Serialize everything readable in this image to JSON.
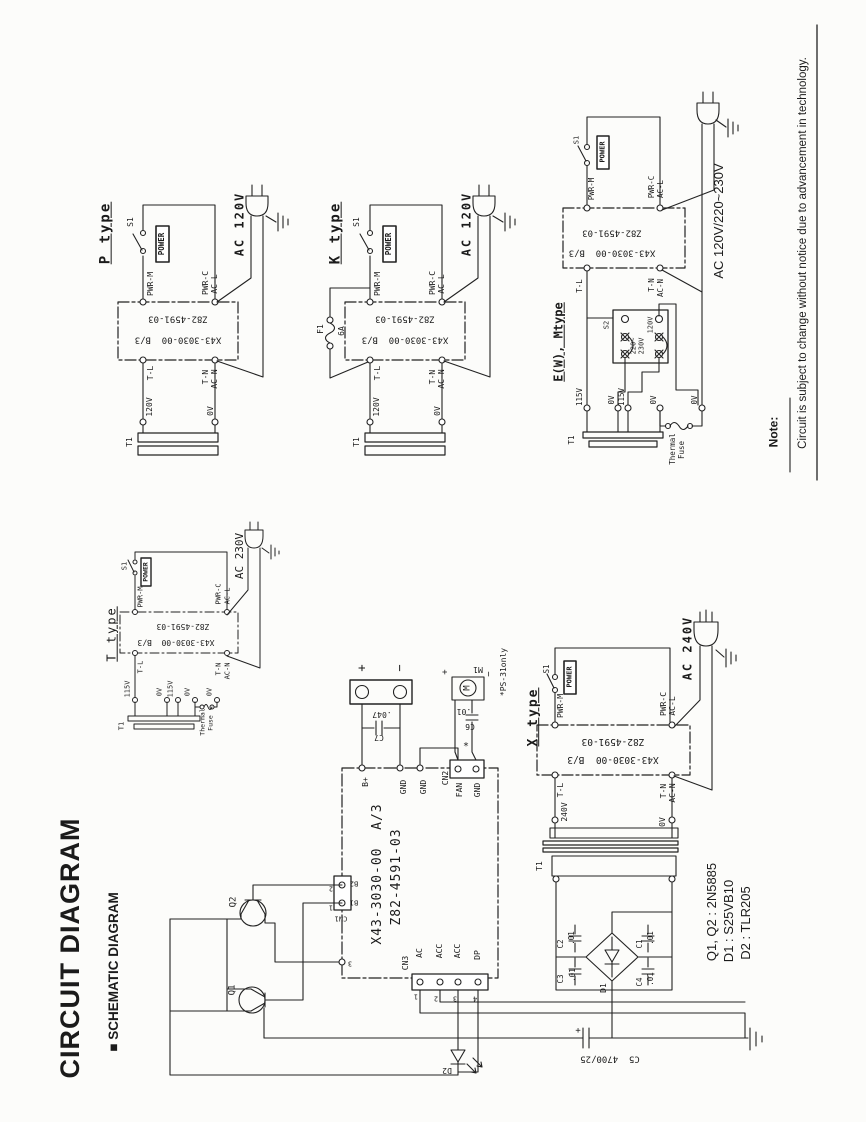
{
  "header": {
    "title": "CIRCUIT DIAGRAM",
    "subtitle": "■ SCHEMATIC DIAGRAM"
  },
  "note": {
    "label": "Note:",
    "text": "Circuit is subject to change without notice due to advancement in technology."
  },
  "parts": {
    "q": "Q1, Q2 : 2N5885",
    "d1": "D1 : S25VB10",
    "d2": "D2 : TLR205"
  },
  "boards": {
    "z": "Z82-4591-03",
    "xb": "X43-3030-00  B/3",
    "xa": "X43-3030-00  A/3"
  },
  "common": {
    "s1": "S1",
    "power": "POWER",
    "pwr_m": "PWR-M",
    "pwr_c": "PWR-C",
    "ac_l": "AC-L",
    "t_l": "T-L",
    "t_n": "T-N",
    "ac_n": "AC-N",
    "t1": "T1",
    "v0": "0V",
    "f1": "F1"
  },
  "blocks": {
    "p": {
      "name": "P type",
      "ac": "AC 120V",
      "v": "120V"
    },
    "k": {
      "name": "K type",
      "ac": "AC 120V",
      "v": "120V",
      "fuse": "6A"
    },
    "m": {
      "name": "E(W), Mtype",
      "ac": "AC 120V/220~230V",
      "s2": "S2",
      "sel_hi1": "220~",
      "sel_hi2": "230V",
      "sel_lo": "120V",
      "v115": "115V",
      "thermal1": "Thermal",
      "thermal2": "Fuse"
    },
    "t": {
      "name": "T type",
      "ac": "AC 230V",
      "v115": "115V"
    },
    "x": {
      "name": "X type",
      "ac": "AC 240V",
      "v240": "240V"
    }
  },
  "main": {
    "plus": "+",
    "minus": "−",
    "c7": "C7",
    "c7v": ".047",
    "m1": "M1",
    "m_letter": "M",
    "c6": "C6",
    "c6v": ".01",
    "star": "*",
    "ps31": "*PS-31only",
    "b_plus": "B+",
    "gnd": "GND",
    "cn2": "CN2",
    "fan": "FAN",
    "q1": "Q1",
    "q2": "Q2",
    "cn1": "CN1",
    "b1": "B1",
    "b2": "B2",
    "n1": "1",
    "n2": "2",
    "n3": "3",
    "n4": "4",
    "cn3": "CN3",
    "ac": "AC",
    "acc": "ACC",
    "dp": "DP",
    "d2": "D2",
    "d1": "D1",
    "c1": "C1",
    "c2": "C2",
    "c3": "C3",
    "c4": "C4",
    "c01": ".01",
    "c5": "C5  4700/25"
  }
}
